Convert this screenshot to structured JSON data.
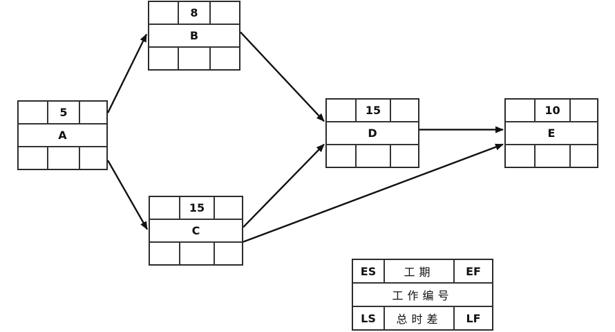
{
  "nodes": {
    "A": {
      "duration": "5",
      "label": "A"
    },
    "B": {
      "duration": "8",
      "label": "B"
    },
    "C": {
      "duration": "15",
      "label": "C"
    },
    "D": {
      "duration": "15",
      "label": "D"
    },
    "E": {
      "duration": "10",
      "label": "E"
    }
  },
  "edges": [
    {
      "from": "A",
      "to": "B"
    },
    {
      "from": "A",
      "to": "C"
    },
    {
      "from": "B",
      "to": "D"
    },
    {
      "from": "C",
      "to": "D"
    },
    {
      "from": "C",
      "to": "E"
    },
    {
      "from": "D",
      "to": "E"
    }
  ],
  "legend": {
    "es": "ES",
    "duration": "工期",
    "ef": "EF",
    "work_id": "工作编号",
    "ls": "LS",
    "total_float": "总时差",
    "lf": "LF"
  }
}
